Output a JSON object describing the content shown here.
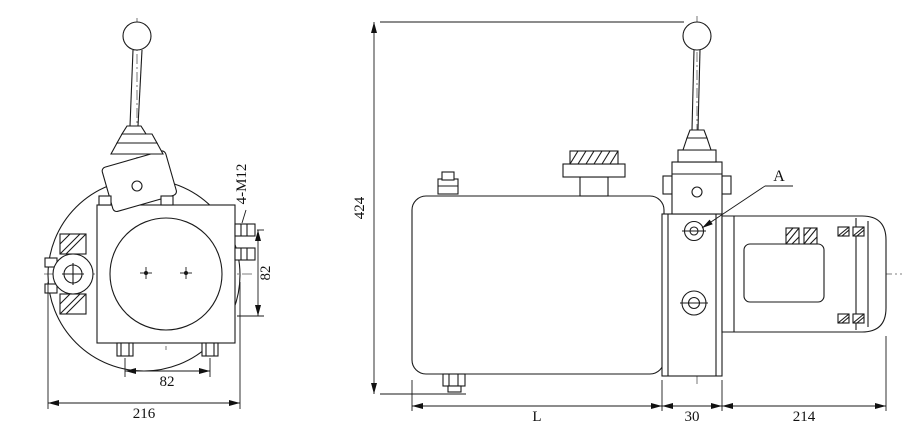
{
  "style": {
    "line_color": "#1a1a1a",
    "background": "#ffffff"
  },
  "front_view": {
    "thread_callout": "4-M12",
    "bolt_spacing_horizontal": "82",
    "bolt_spacing_vertical": "82",
    "overall_width": "216"
  },
  "side_view": {
    "overall_height": "424",
    "detail_label": "A",
    "tank_length": "L",
    "pump_section_width": "30",
    "motor_length": "214"
  }
}
